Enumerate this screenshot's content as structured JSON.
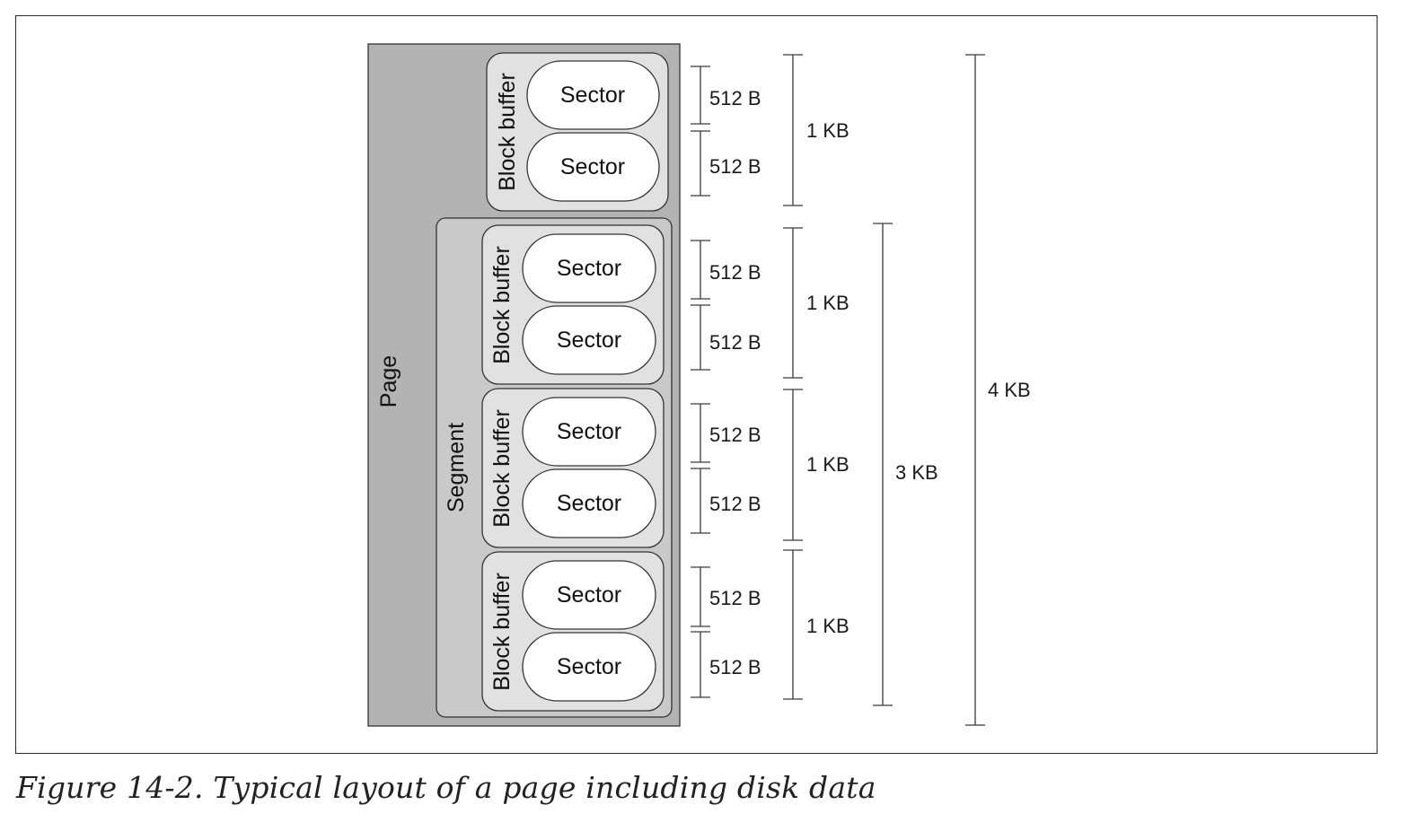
{
  "diagram": {
    "page_label": "Page",
    "segment_label": "Segment",
    "block_buffer_label": "Block buffer",
    "sector_label": "Sector",
    "dimension_512": "512 B",
    "dimension_1kb": "1 KB",
    "dimension_3kb": "3 KB",
    "dimension_4kb": "4 KB"
  },
  "caption": {
    "text": "Figure 14-2. Typical layout of a page including disk data"
  },
  "colors": {
    "page_fill": "#b3b3b3",
    "segment_fill": "#c9c9c9",
    "block_fill": "#e1e1e1",
    "sector_fill": "#ffffff",
    "line": "#333333"
  }
}
